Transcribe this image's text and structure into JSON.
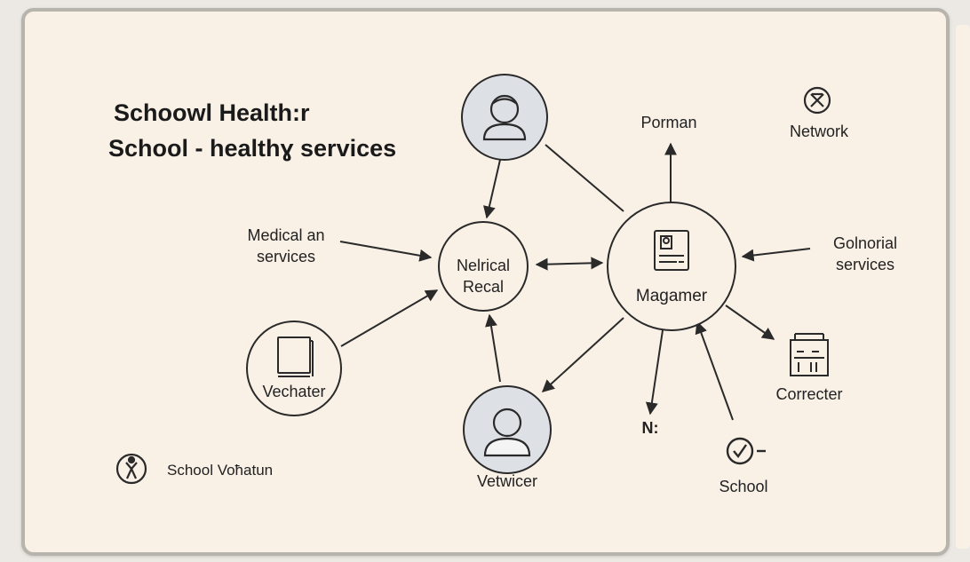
{
  "title": {
    "line1": "Schoowl Health:r",
    "line2": "School - healthɣ services"
  },
  "nodes": {
    "top_person": {
      "icon": "person-icon"
    },
    "medical_hub": {
      "line1": "Nelrical",
      "line2": "Recal"
    },
    "manager_hub": {
      "label": "Magamer",
      "icon": "id-card-icon"
    },
    "vechater": {
      "label": "Vechater",
      "icon": "book-icon"
    },
    "vetwicer": {
      "label": "Vetwicer",
      "icon": "person-icon"
    }
  },
  "labels": {
    "medical_services_line1": "Medical an",
    "medical_services_line2": "services",
    "porman": "Porman",
    "network": "Network",
    "colonial_line1": "Golnorial",
    "colonial_line2": "services",
    "correcter": "Correcter",
    "nz": "N:",
    "school": "School",
    "school_vonatun": "School Voħatun"
  },
  "icons": {
    "network": "network-x-icon",
    "correcter": "building-icon",
    "school": "checkmark-circle-icon",
    "school_vonatun": "person-circle-icon"
  },
  "colors": {
    "background": "#f9f0e6",
    "node_fill_shaded": "#dde1e6",
    "stroke": "#2a2a2a"
  }
}
